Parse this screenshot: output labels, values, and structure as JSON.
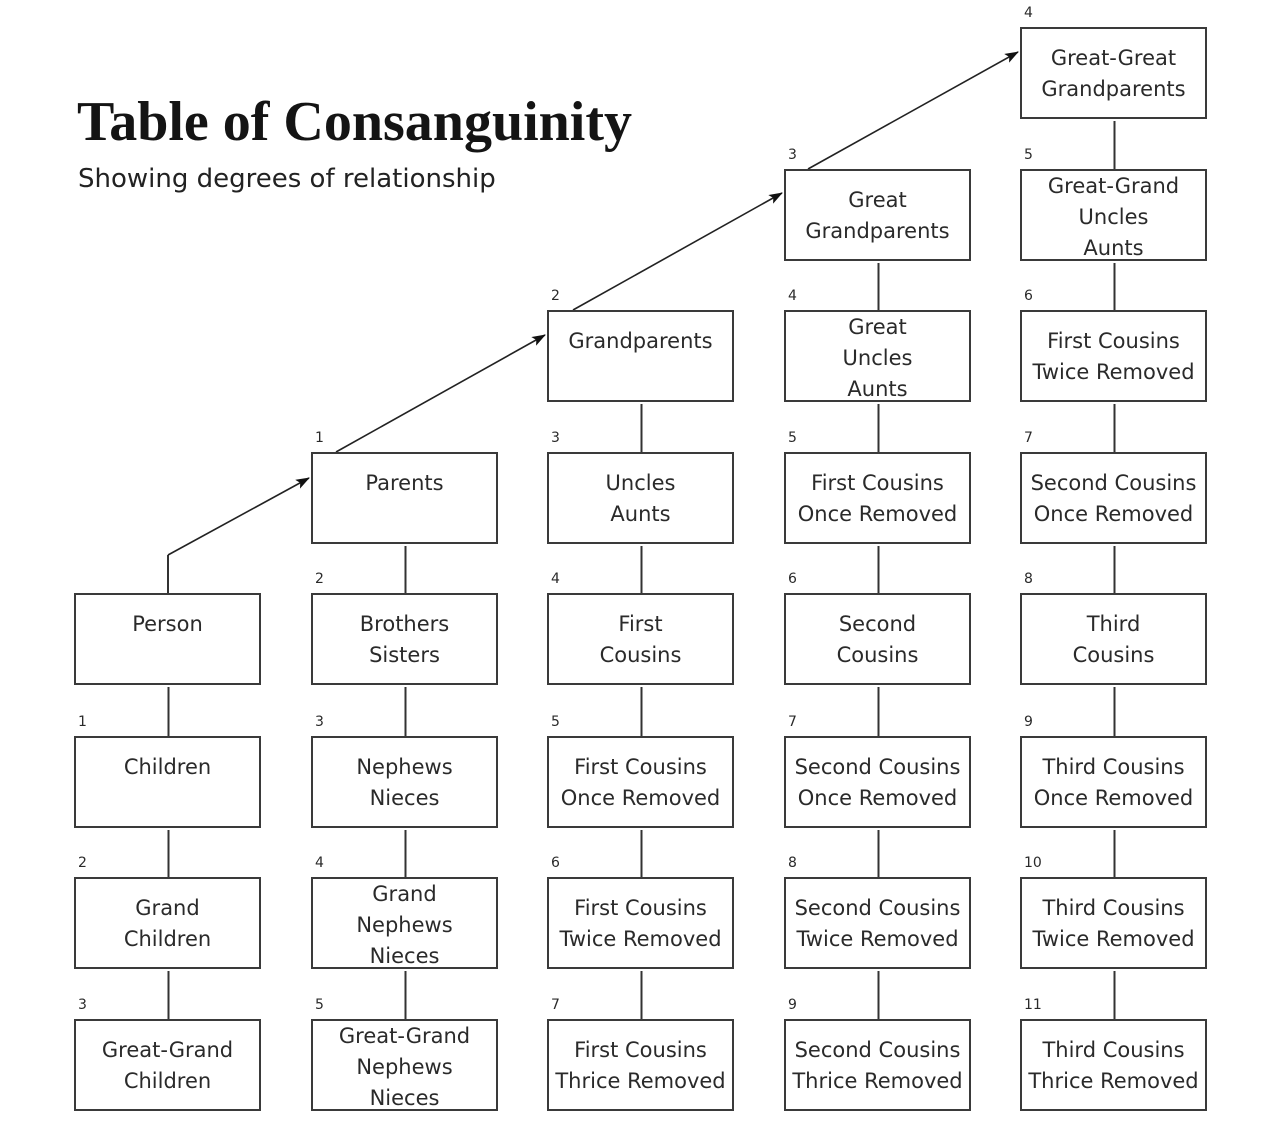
{
  "title": "Table of Consanguinity",
  "subtitle": "Showing degrees of relationship",
  "columns": [
    {
      "cells": [
        {
          "row": 4,
          "degree": "",
          "lines": [
            "Person"
          ]
        },
        {
          "row": 5,
          "degree": "1",
          "lines": [
            "Children"
          ]
        },
        {
          "row": 6,
          "degree": "2",
          "lines": [
            "Grand",
            "Children"
          ]
        },
        {
          "row": 7,
          "degree": "3",
          "lines": [
            "Great-Grand",
            "Children"
          ]
        }
      ]
    },
    {
      "cells": [
        {
          "row": 3,
          "degree": "1",
          "lines": [
            "Parents"
          ]
        },
        {
          "row": 4,
          "degree": "2",
          "lines": [
            "Brothers",
            "Sisters"
          ]
        },
        {
          "row": 5,
          "degree": "3",
          "lines": [
            "Nephews",
            "Nieces"
          ]
        },
        {
          "row": 6,
          "degree": "4",
          "lines": [
            "Grand",
            "Nephews",
            "Nieces"
          ]
        },
        {
          "row": 7,
          "degree": "5",
          "lines": [
            "Great-Grand",
            "Nephews",
            "Nieces"
          ]
        }
      ]
    },
    {
      "cells": [
        {
          "row": 2,
          "degree": "2",
          "lines": [
            "Grandparents"
          ]
        },
        {
          "row": 3,
          "degree": "3",
          "lines": [
            "Uncles",
            "Aunts"
          ]
        },
        {
          "row": 4,
          "degree": "4",
          "lines": [
            "First",
            "Cousins"
          ]
        },
        {
          "row": 5,
          "degree": "5",
          "lines": [
            "First Cousins",
            "Once Removed"
          ]
        },
        {
          "row": 6,
          "degree": "6",
          "lines": [
            "First Cousins",
            "Twice Removed"
          ]
        },
        {
          "row": 7,
          "degree": "7",
          "lines": [
            "First Cousins",
            "Thrice Removed"
          ]
        }
      ]
    },
    {
      "cells": [
        {
          "row": 1,
          "degree": "3",
          "lines": [
            "Great",
            "Grandparents"
          ]
        },
        {
          "row": 2,
          "degree": "4",
          "lines": [
            "Great",
            "Uncles",
            "Aunts"
          ]
        },
        {
          "row": 3,
          "degree": "5",
          "lines": [
            "First Cousins",
            "Once Removed"
          ]
        },
        {
          "row": 4,
          "degree": "6",
          "lines": [
            "Second",
            "Cousins"
          ]
        },
        {
          "row": 5,
          "degree": "7",
          "lines": [
            "Second Cousins",
            "Once Removed"
          ]
        },
        {
          "row": 6,
          "degree": "8",
          "lines": [
            "Second Cousins",
            "Twice Removed"
          ]
        },
        {
          "row": 7,
          "degree": "9",
          "lines": [
            "Second Cousins",
            "Thrice Removed"
          ]
        }
      ]
    },
    {
      "cells": [
        {
          "row": 0,
          "degree": "4",
          "lines": [
            "Great-Great",
            "Grandparents"
          ]
        },
        {
          "row": 1,
          "degree": "5",
          "lines": [
            "Great-Grand",
            "Uncles",
            "Aunts"
          ]
        },
        {
          "row": 2,
          "degree": "6",
          "lines": [
            "First Cousins",
            "Twice Removed"
          ]
        },
        {
          "row": 3,
          "degree": "7",
          "lines": [
            "Second Cousins",
            "Once Removed"
          ]
        },
        {
          "row": 4,
          "degree": "8",
          "lines": [
            "Third",
            "Cousins"
          ]
        },
        {
          "row": 5,
          "degree": "9",
          "lines": [
            "Third Cousins",
            "Once Removed"
          ]
        },
        {
          "row": 6,
          "degree": "10",
          "lines": [
            "Third Cousins",
            "Twice Removed"
          ]
        },
        {
          "row": 7,
          "degree": "11",
          "lines": [
            "Third Cousins",
            "Thrice Removed"
          ]
        }
      ]
    }
  ]
}
